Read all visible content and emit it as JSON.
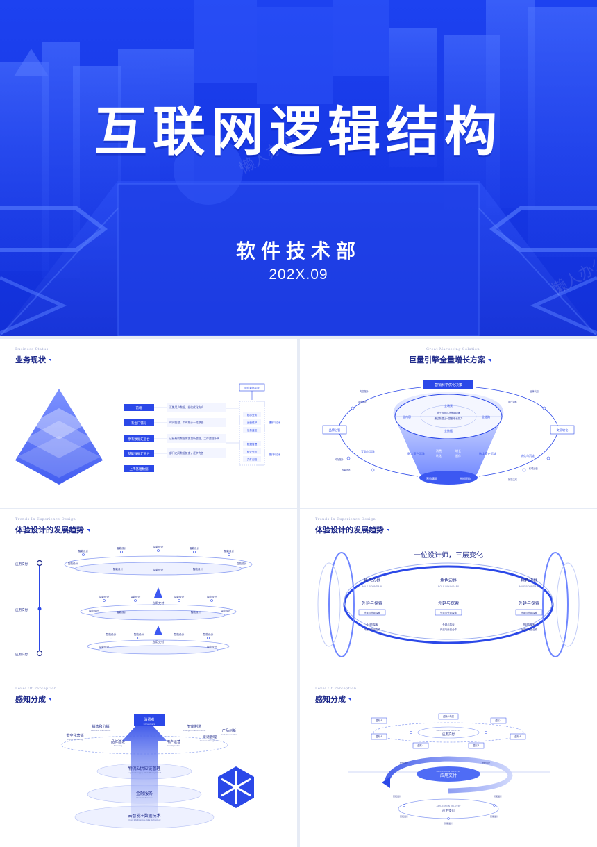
{
  "cover": {
    "title": "互联网逻辑结构",
    "department": "软件技术部",
    "date": "202X.09",
    "watermark": "懒人办公"
  },
  "slide1": {
    "subtitle_en": "Business Status",
    "title": "业务现状",
    "left_boxes": [
      "前端",
      "有鱼门铺导",
      "原有数据汇总台",
      "基础数据汇总台",
      "上传基础数据"
    ],
    "mid_texts": [
      "汇集用户数据，细化优化方向",
      "时间管控，实时统计一览数据",
      "已经有的数据需要重新整理，工作整理下周",
      "部门之间数据复查，逐步完善"
    ],
    "right_top": "综合数据平台",
    "right_items": [
      "核心业务",
      "运营维护",
      "信息监控",
      "数据管理",
      "统计分析",
      "文件归档"
    ],
    "right_labels": [
      "整体设计",
      "细节设计"
    ]
  },
  "slide2": {
    "subtitle_en": "Great Marketing Solution",
    "title": "巨量引擎全量增长方案",
    "top_box": "营销科学优化决策",
    "left_box": "品牌心智",
    "right_box": "交易转化",
    "ellipse_labels": [
      "全场景",
      "全内容",
      "全链路",
      "全数据"
    ],
    "center_lines": [
      "基于数据让决策更精确",
      "通过数据让一整套增长能力"
    ],
    "bottom_left": "数字资产沉淀",
    "bottom_right": "数字资产沉淀",
    "middle_labels": [
      "消费",
      "转化",
      "增长",
      "留存"
    ],
    "base_labels": [
      "营销满足",
      "共振驱动"
    ],
    "side_left": [
      "互动与沉淀",
      "提升品牌"
    ],
    "side_right": [
      "转化与沉淀",
      "交易完成"
    ],
    "tiny_notes": [
      "内容提升",
      "持续经营",
      "品牌认知",
      "用户洞察",
      "转化提升",
      "效果优化",
      "私域运营",
      "销量达成"
    ]
  },
  "slide3": {
    "subtitle_en": "Trends In Experience Design",
    "title": "体验设计的发展趋势",
    "timeline_labels": [
      "应用交付",
      "应用交付",
      "应用交付"
    ],
    "node_label": "智能设计",
    "center_label": "应用交付"
  },
  "slide4": {
    "subtitle_en": "Trends In Experience Design",
    "title": "体验设计的发展趋势",
    "headline": "一位设计师，三层变化",
    "role_label": "角色边界",
    "role_en": "ROLE BOUNDARY",
    "explore_label": "外延与探索",
    "explore_box": "外延与外延探索",
    "explore_sub": "外延与探索",
    "explore_sub2": "外延与外延合作"
  },
  "slide5": {
    "subtitle_en": "Level Of Perception",
    "title": "感知分成",
    "top_box": "消费者",
    "top_box_en": "Consumers",
    "ring_labels": [
      {
        "cn": "数字化营销",
        "en": "Digital Marketing"
      },
      {
        "cn": "销售和分销",
        "en": "Sales and Distribution"
      },
      {
        "cn": "品牌建设",
        "en": "Branding"
      },
      {
        "cn": "用户运营",
        "en": "User Operation"
      },
      {
        "cn": "智能制造",
        "en": "Intelligent Manufacturing"
      },
      {
        "cn": "渠道管理",
        "en": "Channel Management"
      },
      {
        "cn": "产品创新",
        "en": "Product Innovation"
      }
    ],
    "layers": [
      {
        "cn": "物流&供应链管理",
        "en": "Logistics&Supply Chain Management"
      },
      {
        "cn": "金融服务",
        "en": "Financial Services"
      },
      {
        "cn": "云智能+数据技术",
        "en": "Cloud Intelligence+Data Technology"
      }
    ]
  },
  "slide6": {
    "subtitle_en": "Level Of Perception",
    "title": "感知分成",
    "tag_label": "虚拟人",
    "top_tag": "虚拟人场景",
    "app_en": "APPLICATION DELIVERY",
    "app_cn": "应用交付",
    "small_label": "智能设计"
  }
}
